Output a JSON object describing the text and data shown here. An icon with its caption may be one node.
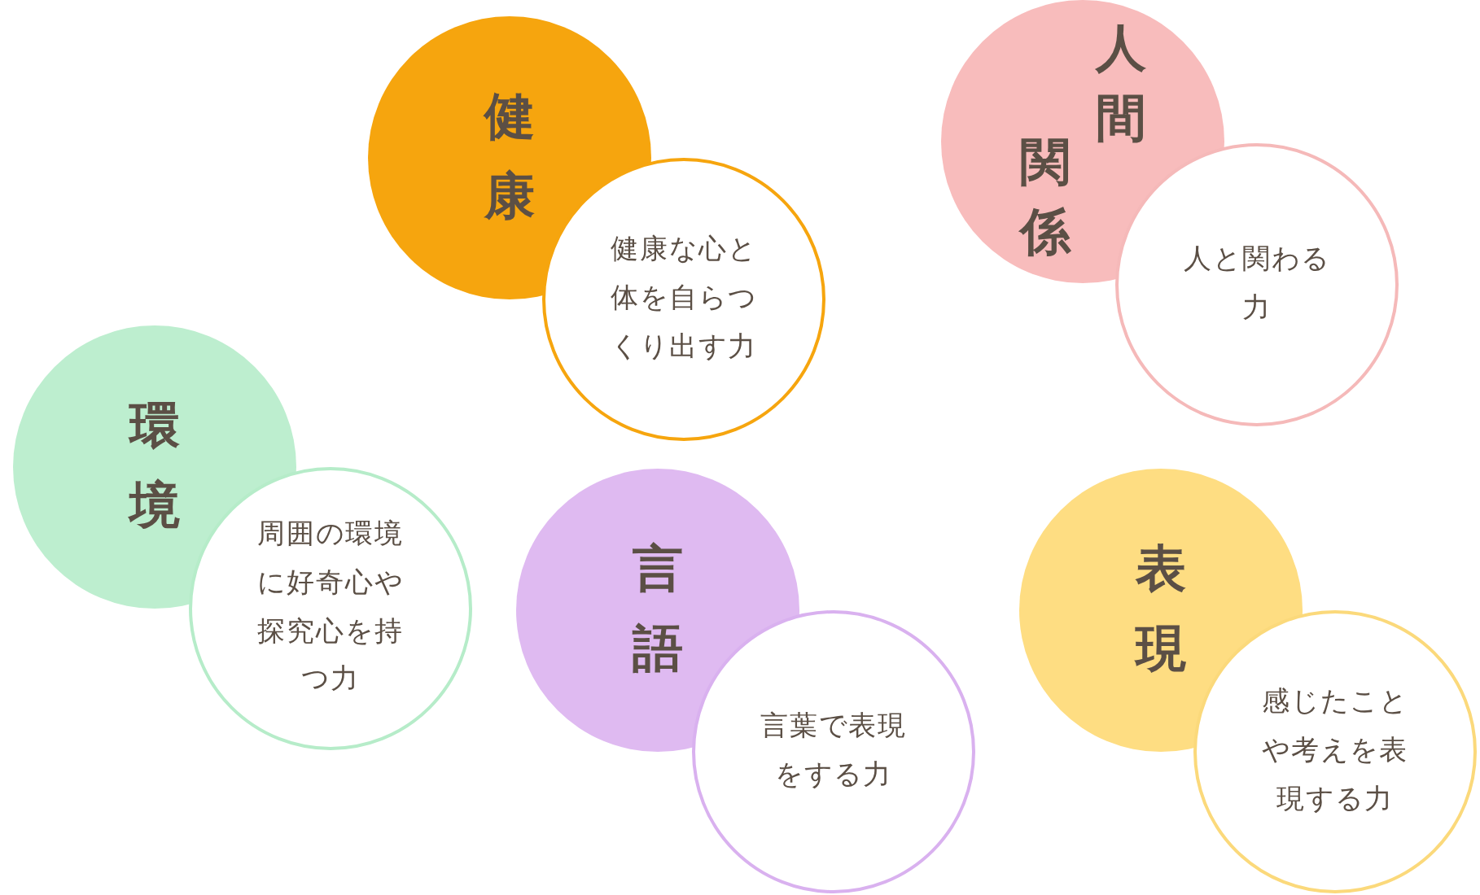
{
  "diagram": {
    "nodes": [
      {
        "text": [
          "健康"
        ]
      },
      {
        "text": [
          "健康な心と体を自らつくり出す力"
        ]
      },
      {
        "text": [
          "人間関係"
        ]
      },
      {
        "text": [
          "人と関わる力"
        ]
      },
      {
        "text": [
          "環境"
        ]
      },
      {
        "text": [
          "周囲の環境に好奇心や探究心を持つ力"
        ]
      },
      {
        "text": [
          "言語"
        ]
      },
      {
        "text": [
          "言葉で表現をする力"
        ]
      },
      {
        "text": [
          "表現"
        ]
      },
      {
        "text": [
          "感じたことや考えを表現する力"
        ]
      }
    ]
  }
}
